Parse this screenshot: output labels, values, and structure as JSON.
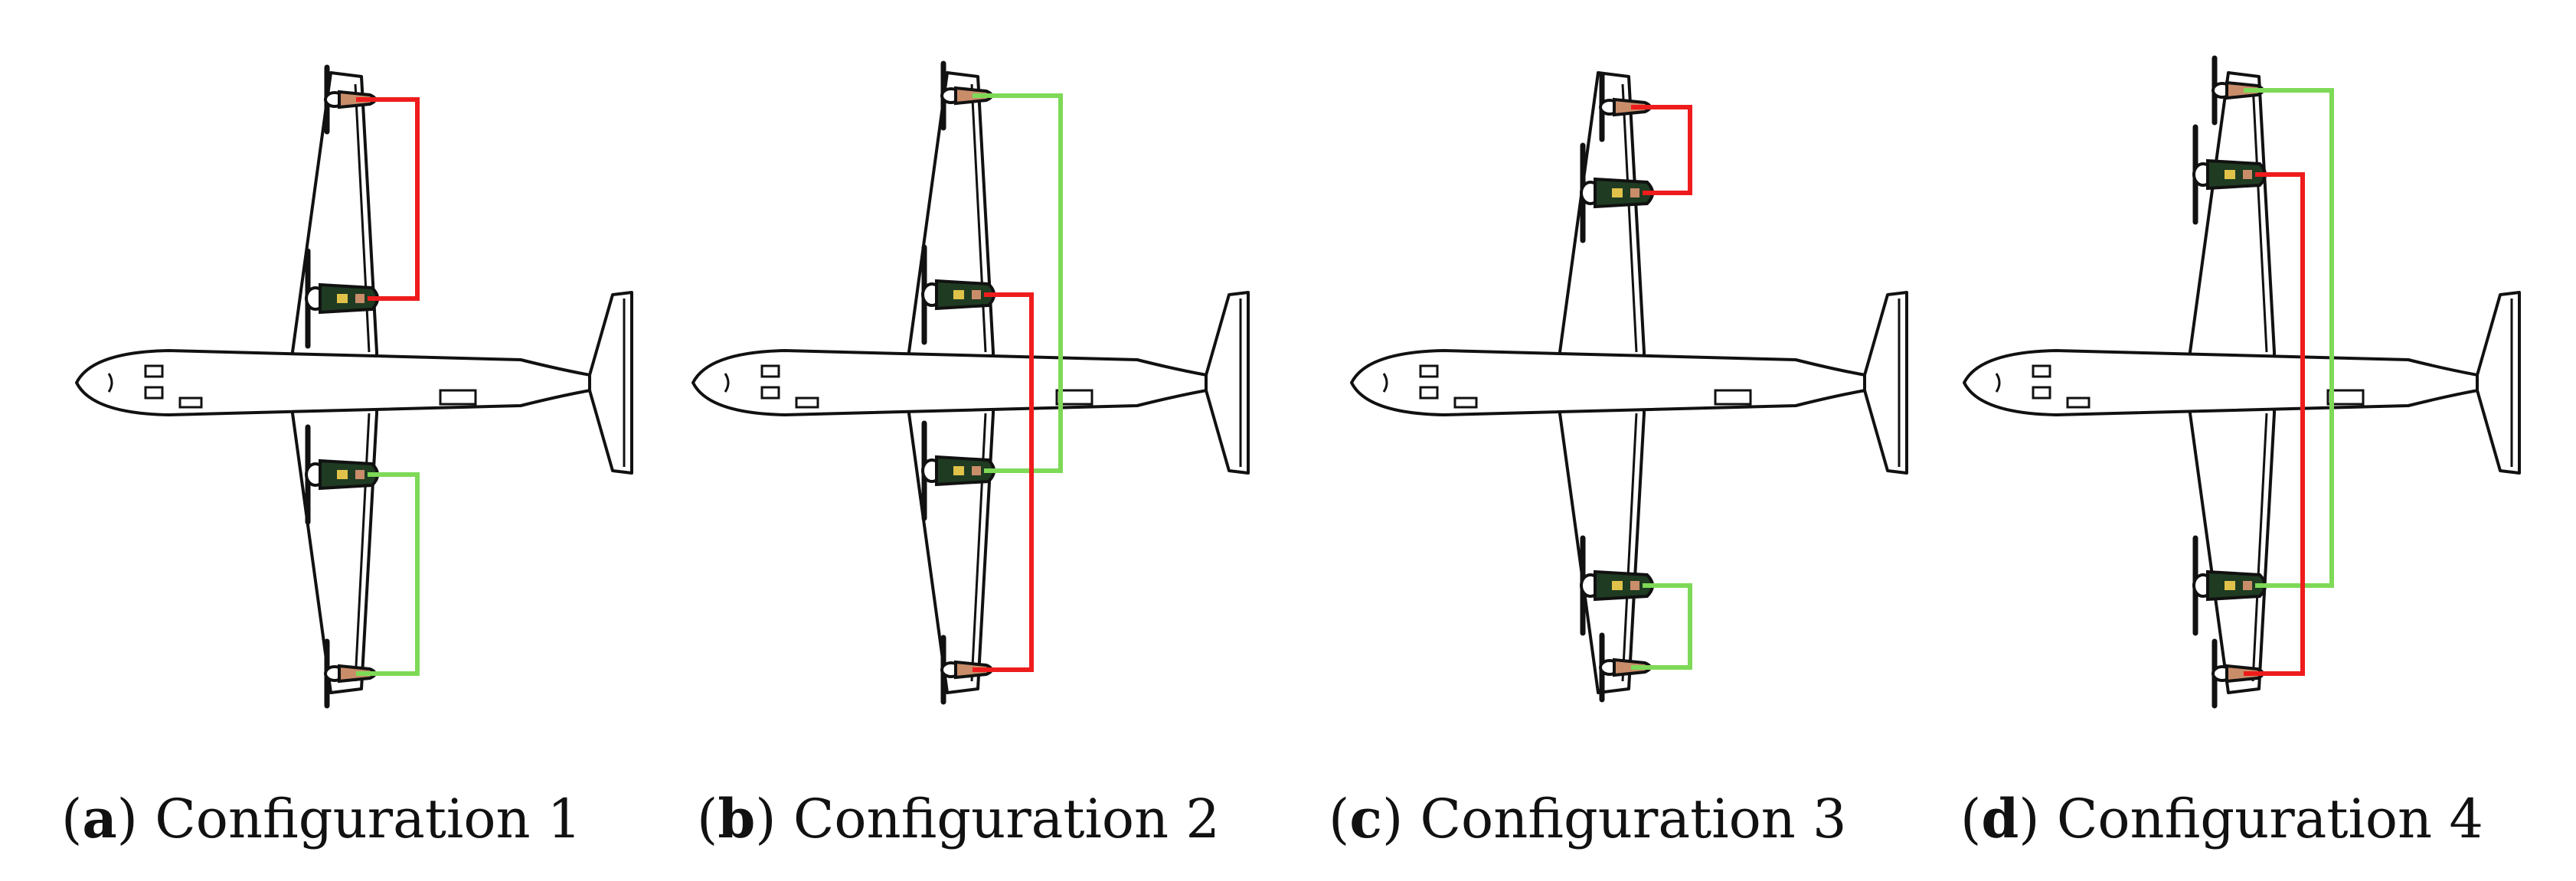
{
  "colors": {
    "red": "#ee1c1c",
    "green": "#7ed957",
    "nacelle": "#1f3b22",
    "motor": "#c98d6a"
  },
  "panels": [
    {
      "letter": "a",
      "label": "Configuration 1"
    },
    {
      "letter": "b",
      "label": "Configuration 2"
    },
    {
      "letter": "c",
      "label": "Configuration 3"
    },
    {
      "letter": "d",
      "label": "Configuration 4"
    }
  ]
}
